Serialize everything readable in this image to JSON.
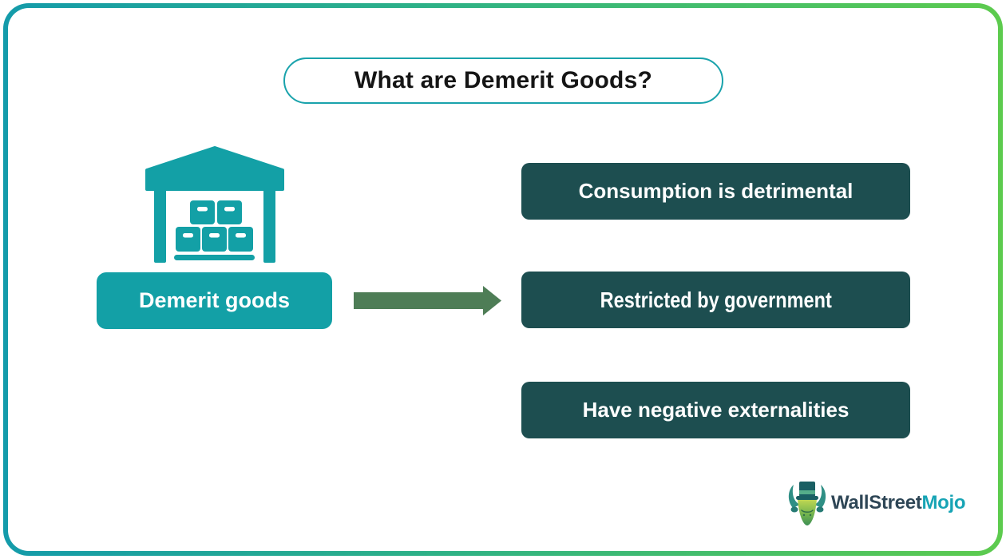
{
  "title": "What are Demerit Goods?",
  "subject": {
    "label": "Demerit goods",
    "icon": "warehouse-icon"
  },
  "connector": {
    "icon": "arrow-right-icon"
  },
  "characteristics": [
    "Consumption is detrimental",
    "Restricted by government",
    "Have negative externalities"
  ],
  "logo": {
    "icon": "bull-mascot-icon",
    "text_primary": "WallStreet",
    "text_accent": "Mojo"
  },
  "colors": {
    "teal": "#13A0A6",
    "dark_teal_box": "#1D4E50",
    "arrow_green": "#4E7D56",
    "border_gradient_start": "#149BAA",
    "border_gradient_end": "#5DCB4E",
    "pill_border": "#1AA3AC",
    "title_text": "#151515",
    "logo_text_primary": "#2E4656",
    "logo_text_accent": "#17A4B5"
  }
}
